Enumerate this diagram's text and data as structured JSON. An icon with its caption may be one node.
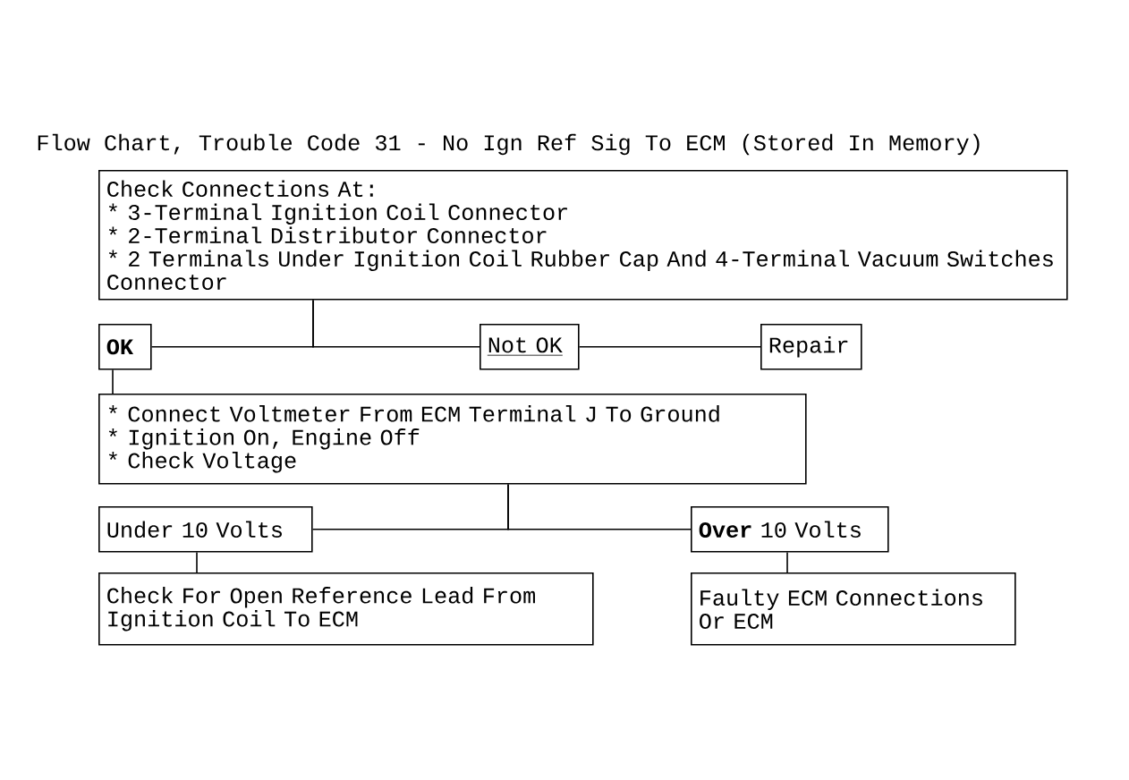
{
  "diagram": {
    "title": "Flow Chart, Trouble Code 31 - No Ign Ref Sig To ECM (Stored In Memory)",
    "nodes": [
      {
        "text": [
          "Check Connections At:",
          "* 3-Terminal Ignition Coil Connector",
          "* 2-Terminal Distributor Connector",
          "* 2 Terminals Under Ignition Coil Rubber Cap And 4-Terminal Vacuum Switches Connector"
        ]
      },
      {
        "text": [
          "OK"
        ]
      },
      {
        "text": [
          "Not OK"
        ]
      },
      {
        "text": [
          "Repair"
        ]
      },
      {
        "text": [
          "* Connect Voltmeter From ECM Terminal J To Ground",
          "* Ignition On, Engine Off",
          "* Check Voltage"
        ]
      },
      {
        "text": [
          "Under 10 Volts"
        ]
      },
      {
        "text": [
          "**Over** 10 Volts"
        ]
      },
      {
        "text": [
          "Check For Open Reference Lead From Ignition Coil To ECM"
        ]
      },
      {
        "text": [
          "Faulty ECM Connections Or ECM"
        ]
      }
    ],
    "edges": [
      {
        "from": 0,
        "to": 1,
        "arrow": "none"
      },
      {
        "from": 0,
        "to": 2,
        "arrow": "none"
      },
      {
        "from": 2,
        "to": 3,
        "arrow": "none"
      },
      {
        "from": 1,
        "to": 4,
        "arrow": "none"
      },
      {
        "from": 4,
        "to": 5,
        "arrow": "none"
      },
      {
        "from": 4,
        "to": 6,
        "arrow": "none"
      },
      {
        "from": 5,
        "to": 7,
        "arrow": "none"
      },
      {
        "from": 6,
        "to": 8,
        "arrow": "none"
      }
    ]
  }
}
